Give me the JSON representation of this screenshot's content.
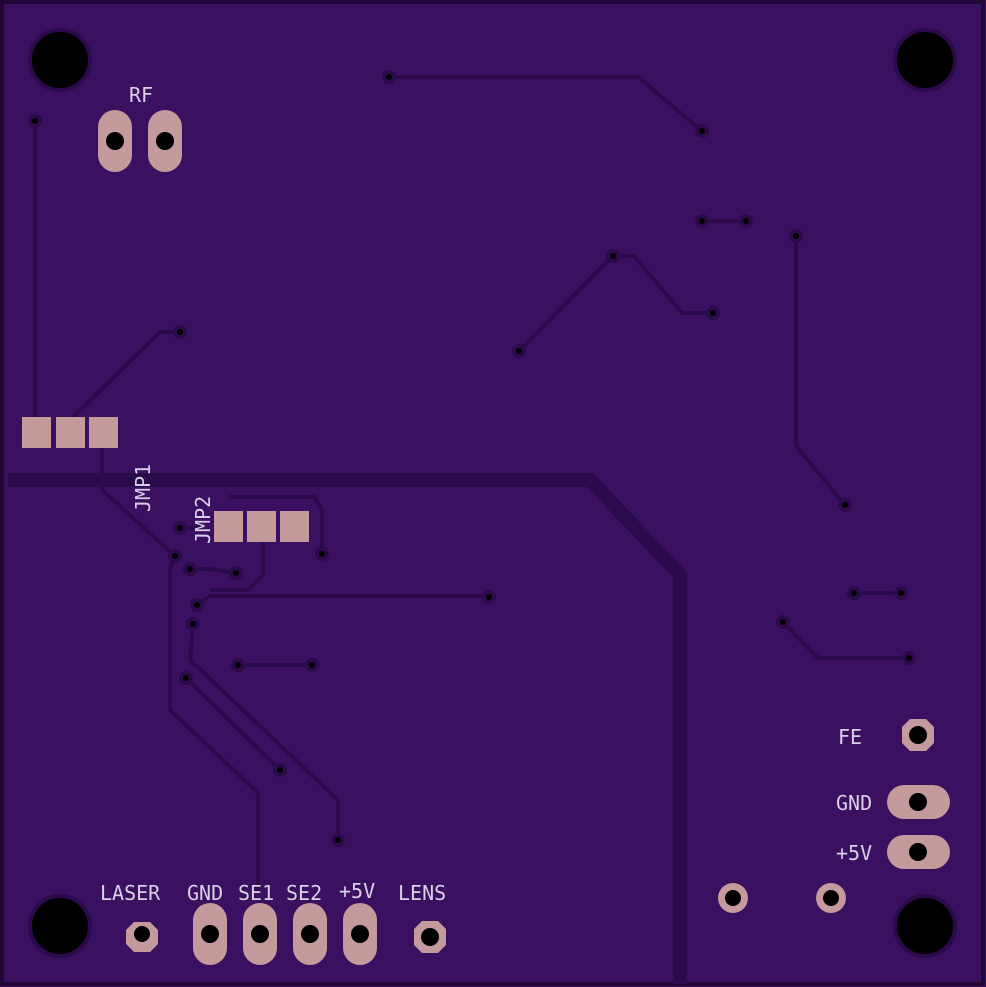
{
  "colors": {
    "board": "#3a1160",
    "border": "#1f0838",
    "trace": "#2a0a4a",
    "pad": "#c49a9c",
    "silk": "#d8d0e6",
    "hole": "#000000"
  },
  "labels": {
    "rf": "RF",
    "jmp1": "JMP1",
    "jmp2": "JMP2",
    "fe": "FE",
    "gnd_right": "GND",
    "plus5v_right": "+5V",
    "laser": "LASER",
    "gnd_bottom": "GND",
    "se1": "SE1",
    "se2": "SE2",
    "plus5v_bottom": "+5V",
    "lens": "LENS"
  }
}
